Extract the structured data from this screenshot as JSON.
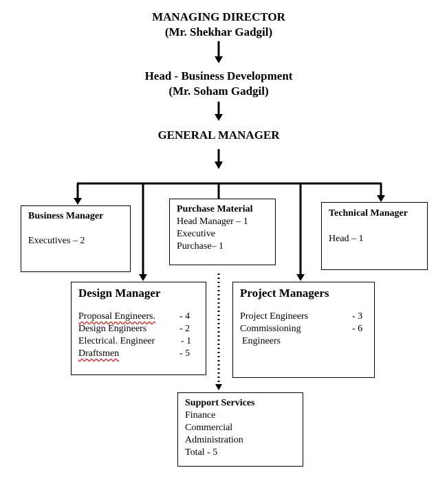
{
  "top": {
    "md_title": "MANAGING DIRECTOR",
    "md_name": "(Mr. Shekhar Gadgil)",
    "bd_title": "Head - Business Development",
    "bd_name": "(Mr. Soham Gadgil)",
    "gm_title": "GENERAL MANAGER"
  },
  "business_manager": {
    "title": "Business Manager",
    "line": "Executives – 2"
  },
  "purchase": {
    "title": "Purchase Material",
    "lines": [
      "Head Manager – 1",
      "Executive",
      "Purchase– 1"
    ]
  },
  "technical_manager": {
    "title": "Technical Manager",
    "line": "Head – 1"
  },
  "design_manager": {
    "title": "Design Manager",
    "rows": [
      {
        "label": "Proposal Engineers.",
        "value": "- 4"
      },
      {
        "label": "Design Engineers",
        "value": "- 2"
      },
      {
        "label": "Electrical. Engineer",
        "value": "- 1"
      },
      {
        "label": "Draftsmen",
        "value": "- 5"
      }
    ]
  },
  "project_managers": {
    "title": "Project Managers",
    "rows": [
      {
        "label": "Project Engineers",
        "value": "- 3"
      },
      {
        "label": "Commissioning",
        "value": "- 6"
      },
      {
        "label": " Engineers",
        "value": ""
      }
    ]
  },
  "support": {
    "title": "Support Services",
    "lines": [
      "Finance",
      "Commercial",
      "Administration",
      "Total - 5"
    ]
  }
}
